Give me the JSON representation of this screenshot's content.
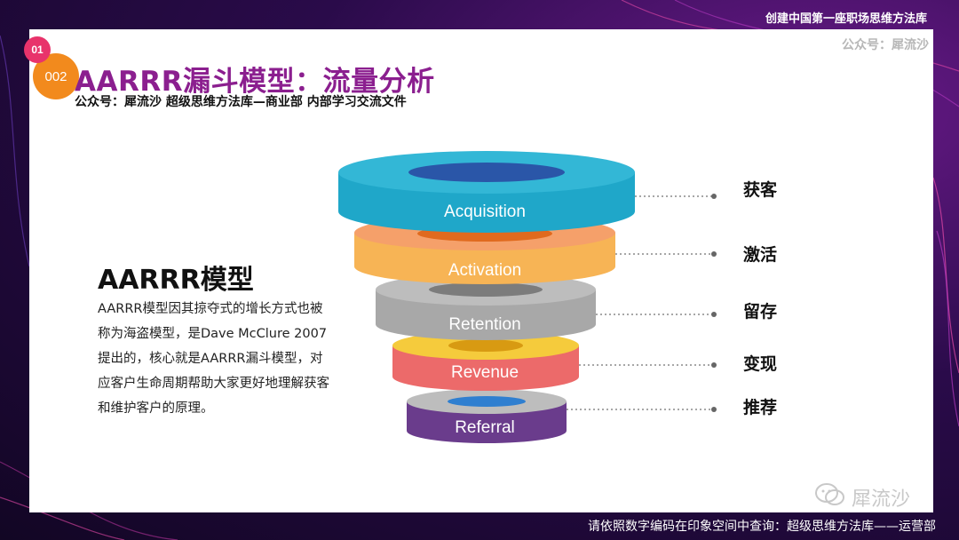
{
  "header": {
    "banner": "创建中国第一座职场思维方法库",
    "watermark": "公众号：犀流沙"
  },
  "badges": {
    "first": "01",
    "second": "002"
  },
  "title": "AARRR漏斗模型：流量分析",
  "subtitle": "公众号：犀流沙   超级思维方法库—商业部 内部学习交流文件",
  "model": {
    "heading": "AARRR模型",
    "description": "AARRR模型因其掠夺式的增长方式也被称为海盗模型，是Dave McClure 2007提出的，核心就是AARRR漏斗模型，对应客户生命周期帮助大家更好地理解获客和维护客户的原理。"
  },
  "funnel": {
    "stages": [
      {
        "name": "Acquisition",
        "cn": "获客",
        "color": "#1fa7c9",
        "top": "#33b7d6",
        "hole": "#2a56a8"
      },
      {
        "name": "Activation",
        "cn": "激活",
        "color": "#f7b455",
        "top": "#f5a06a",
        "hole": "#e06a1e"
      },
      {
        "name": "Retention",
        "cn": "留存",
        "color": "#a3a3a3",
        "top": "#b9b9b9",
        "hole": "#7c7c7c"
      },
      {
        "name": "Revenue",
        "cn": "变现",
        "color": "#ec6a6a",
        "top": "#f5cb3c",
        "hole": "#d89a12"
      },
      {
        "name": "Referral",
        "cn": "推荐",
        "color": "#6a3c8c",
        "top": "#b9b9b9",
        "hole": "#2f7fd0"
      }
    ]
  },
  "footer": "请依照数字编码在印象空间中查询：超级思维方法库——运营部",
  "wechat_watermark": "犀流沙"
}
